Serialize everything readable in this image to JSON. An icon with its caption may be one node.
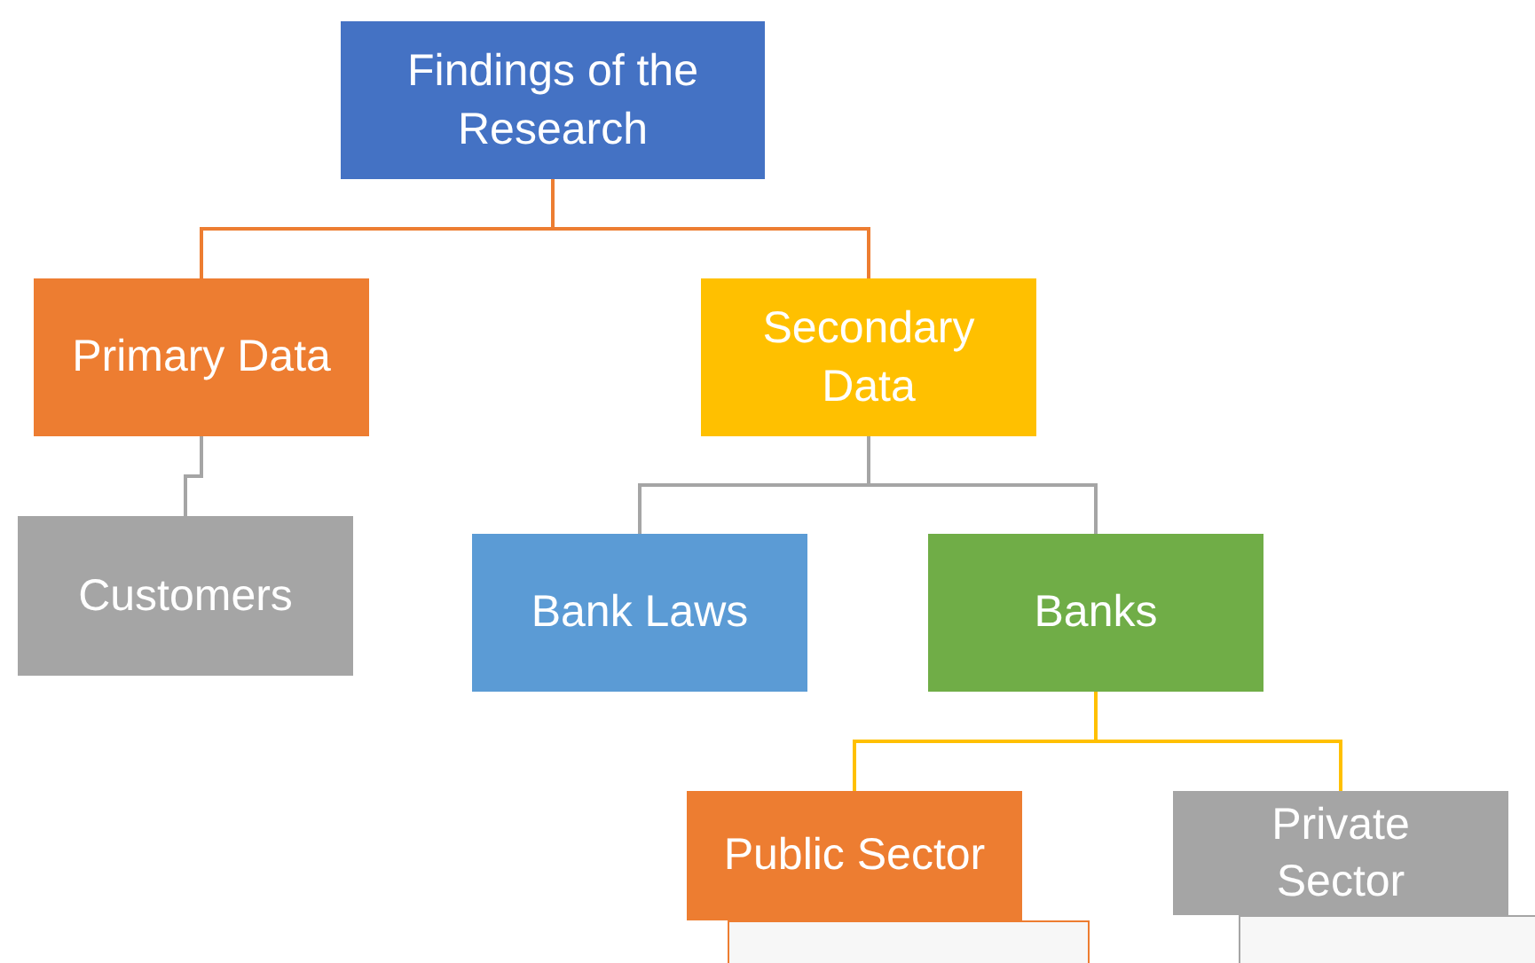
{
  "diagram": {
    "nodes": [
      {
        "text": [
          "Findings of the Research"
        ]
      },
      {
        "text": [
          "Primary Data"
        ]
      },
      {
        "text": [
          "Secondary Data"
        ]
      },
      {
        "text": [
          "Customers"
        ]
      },
      {
        "text": [
          "Bank Laws"
        ]
      },
      {
        "text": [
          "Banks"
        ]
      },
      {
        "text": [
          "Public Sector"
        ]
      },
      {
        "text": [
          "Private Sector"
        ]
      },
      {
        "text": [],
        "shape": "box"
      },
      {
        "text": [],
        "shape": "box"
      }
    ],
    "edges": [
      {
        "from": 0,
        "to": 1,
        "arrow": "none",
        "color": "#ed7d31"
      },
      {
        "from": 0,
        "to": 2,
        "arrow": "none",
        "color": "#ed7d31"
      },
      {
        "from": 1,
        "to": 3,
        "arrow": "none"
      },
      {
        "from": 2,
        "to": 4,
        "arrow": "none"
      },
      {
        "from": 2,
        "to": 5,
        "arrow": "none"
      },
      {
        "from": 5,
        "to": 6,
        "arrow": "none",
        "color": "#ffc000"
      },
      {
        "from": 5,
        "to": 7,
        "arrow": "none",
        "color": "#ffc000"
      }
    ]
  }
}
